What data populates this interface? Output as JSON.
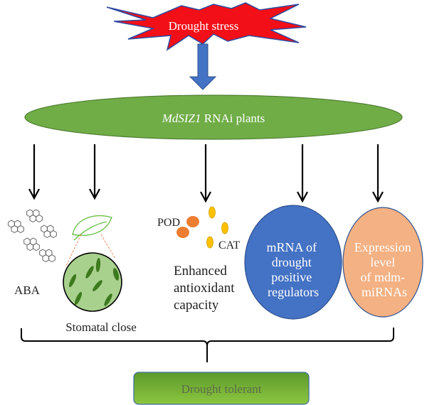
{
  "title": "Drought stress",
  "center": {
    "gene_italic": "MdSIZ1",
    "label_rest": " RNAi plants"
  },
  "outcomes": {
    "aba": "ABA",
    "stomata": "Stomatal close",
    "pod": "POD",
    "cat": "CAT",
    "antioxidant": [
      "Enhanced",
      "antioxidant",
      "capacity"
    ],
    "mrna": [
      "mRNA of",
      "drought",
      "positive",
      "regulators"
    ],
    "mirna": [
      "Expression",
      "level",
      "of mdm-",
      "miRNAs"
    ]
  },
  "result": "Drought tolerant",
  "colors": {
    "star_fill": "#f20f17",
    "star_stroke": "#2e4aa0",
    "arrow_blue": "#4472c4",
    "ellipse_green": "#70ad47",
    "mrna_blue": "#4472c4",
    "mirna_orange": "#f4b183",
    "result_green": "#6aa435",
    "result_text": "#5b6b4a"
  }
}
